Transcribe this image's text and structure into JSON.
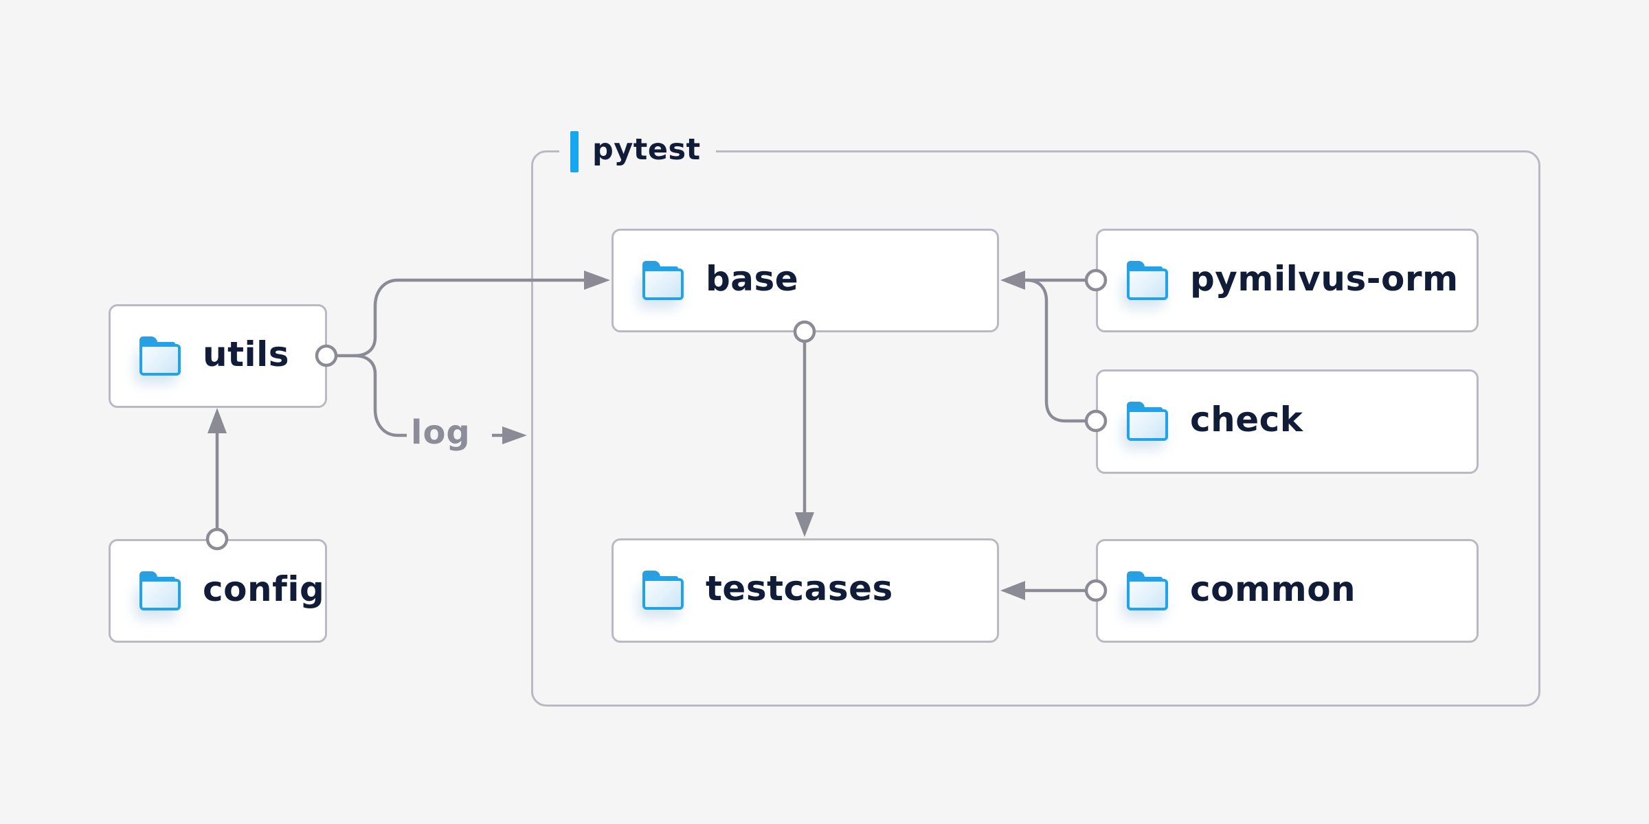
{
  "page": {
    "background": "#f5f5f6"
  },
  "group": {
    "label": "pytest",
    "accent_color": "#17a7f0",
    "border_color": "#b9b9c3"
  },
  "nodes": {
    "utils": {
      "label": "utils",
      "icon": "folder-icon"
    },
    "config": {
      "label": "config",
      "icon": "folder-icon"
    },
    "base": {
      "label": "base",
      "icon": "folder-icon"
    },
    "pymilvus": {
      "label": "pymilvus-orm",
      "icon": "folder-icon"
    },
    "check": {
      "label": "check",
      "icon": "folder-icon"
    },
    "testcases": {
      "label": "testcases",
      "icon": "folder-icon"
    },
    "common": {
      "label": "common",
      "icon": "folder-icon"
    }
  },
  "edge_labels": {
    "log": "log"
  },
  "edges": [
    {
      "from": "config",
      "to": "utils",
      "style": "circle-start arrow-end"
    },
    {
      "from": "utils",
      "to": "base",
      "style": "circle-start arrow-end"
    },
    {
      "from": "utils",
      "to": "log-note",
      "style": "circle-start arrow-end",
      "label": "log"
    },
    {
      "from": "pymilvus-orm",
      "to": "base",
      "style": "circle-start arrow-end"
    },
    {
      "from": "check",
      "to": "base",
      "style": "circle-start arrow-end merges-with-pymilvus-orm-edge"
    },
    {
      "from": "base",
      "to": "testcases",
      "style": "circle-start arrow-end"
    },
    {
      "from": "common",
      "to": "testcases",
      "style": "circle-start arrow-end"
    }
  ],
  "colors": {
    "line": "#8b8b96",
    "box_border": "#b9b9c3",
    "box_fill": "#ffffff",
    "node_text": "#101c38",
    "edge_label_text": "#8d8d99",
    "folder_border": "#21a3ec",
    "folder_tab": "#2d9edc",
    "folder_fill_light": "#f6fbfe",
    "folder_fill_dark": "#cde6f8"
  }
}
